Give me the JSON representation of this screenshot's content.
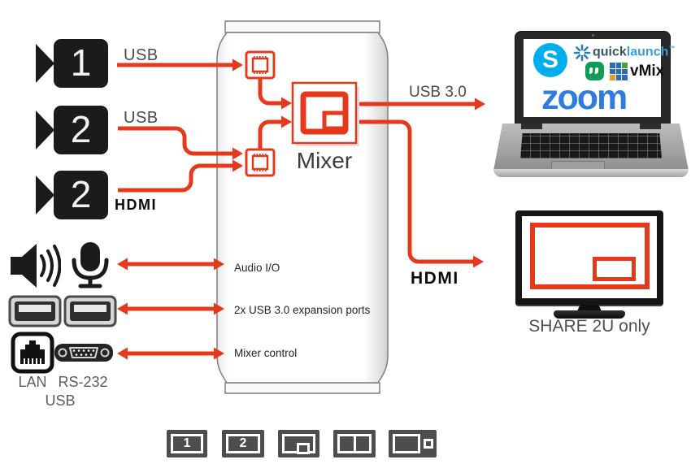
{
  "cameras": [
    {
      "number": "1",
      "connection": "USB"
    },
    {
      "number": "2",
      "connection": "USB"
    },
    {
      "number": "2",
      "connection": "HDMI"
    }
  ],
  "unit": {
    "mixer_label": "Mixer",
    "ports": [
      {
        "label": "Audio I/O"
      },
      {
        "label": "2x USB 3.0 expansion ports"
      },
      {
        "label": "Mixer control"
      }
    ]
  },
  "outputs": {
    "usb": "USB 3.0",
    "hdmi": "HDMI"
  },
  "io": {
    "lan": "LAN",
    "rs232": "RS-232",
    "usb": "USB"
  },
  "laptop": {
    "skype_initial": "S",
    "quicklaunch_quick": "quick",
    "quicklaunch_launch": "launch",
    "quicklaunch_tm": "™",
    "vmix": "vMix",
    "zoom": "zoom"
  },
  "display": {
    "caption": "SHARE 2U only"
  },
  "scene_buttons": [
    {
      "label": "1",
      "name": "camera-1-fullscreen"
    },
    {
      "label": "2",
      "name": "camera-2-fullscreen"
    },
    {
      "label": "",
      "name": "picture-in-picture"
    },
    {
      "label": "",
      "name": "side-by-side"
    },
    {
      "label": "",
      "name": "picture-by-picture"
    }
  ],
  "icons": {
    "camera": "video-camera-icon",
    "chip": "processor-chip-icon",
    "mixer": "pip-window-icon",
    "speaker": "speaker-icon",
    "microphone": "microphone-icon",
    "usb_port": "usb-port-icon",
    "lan": "ethernet-jack-icon",
    "rs232": "serial-db9-icon",
    "skype": "skype-icon",
    "quicklaunch": "quicklaunch-star-icon",
    "hangouts": "hangouts-icon",
    "vmix": "vmix-grid-icon"
  },
  "colors": {
    "accent": "#E6391B",
    "skype_blue": "#00AEEF",
    "zoom_blue": "#2E7CE0",
    "hangouts_green": "#0E9C57",
    "quicklaunch_blue": "#3D9BD5",
    "quicklaunch_dark": "#3F5368",
    "vmix_blue": "#2a6db3",
    "vmix_green": "#46a33c",
    "vmix_orange": "#e09b2d"
  }
}
